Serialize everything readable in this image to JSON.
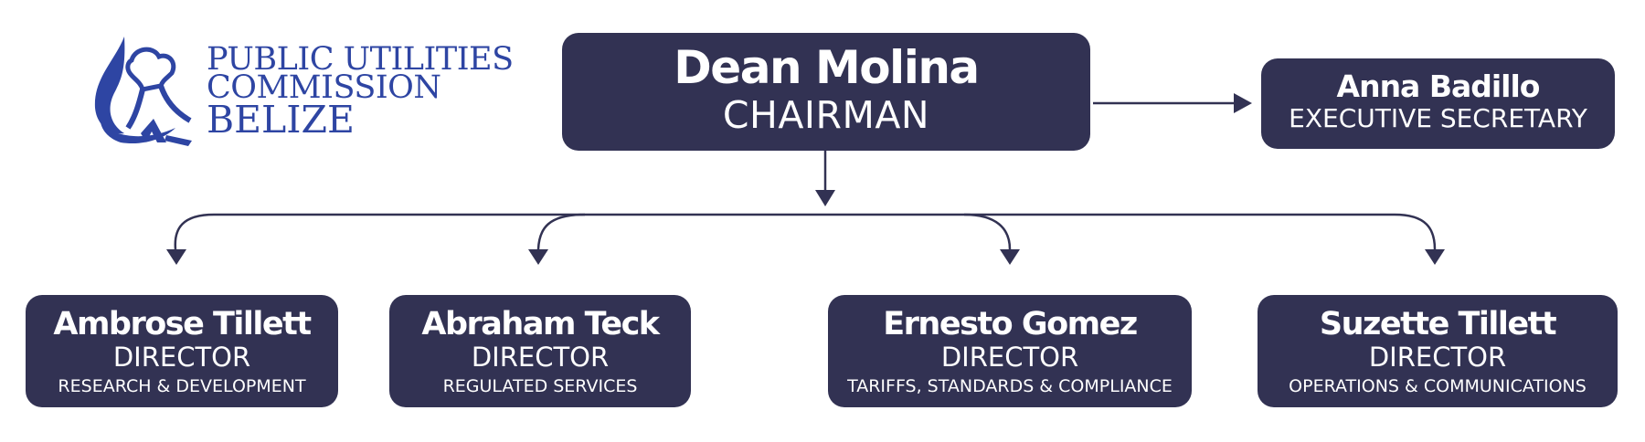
{
  "logo": {
    "line1": "PUBLIC UTILITIES",
    "line2": "COMMISSION",
    "line3": "BELIZE",
    "color": "#2e45a3"
  },
  "chairman": {
    "name": "Dean Molina",
    "title": "CHAIRMAN"
  },
  "secretary": {
    "name": "Anna Badillo",
    "title": "EXECUTIVE SECRETARY"
  },
  "directors": [
    {
      "name": "Ambrose Tillett",
      "title": "DIRECTOR",
      "department": "RESEARCH & DEVELOPMENT"
    },
    {
      "name": "Abraham Teck",
      "title": "DIRECTOR",
      "department": "REGULATED SERVICES"
    },
    {
      "name": "Ernesto Gomez",
      "title": "DIRECTOR",
      "department": "TARIFFS, STANDARDS & COMPLIANCE"
    },
    {
      "name": "Suzette Tillett",
      "title": "DIRECTOR",
      "department": "OPERATIONS & COMMUNICATIONS"
    }
  ],
  "colors": {
    "box": "#323253",
    "box_text": "#ffffff",
    "connector": "#323253"
  }
}
